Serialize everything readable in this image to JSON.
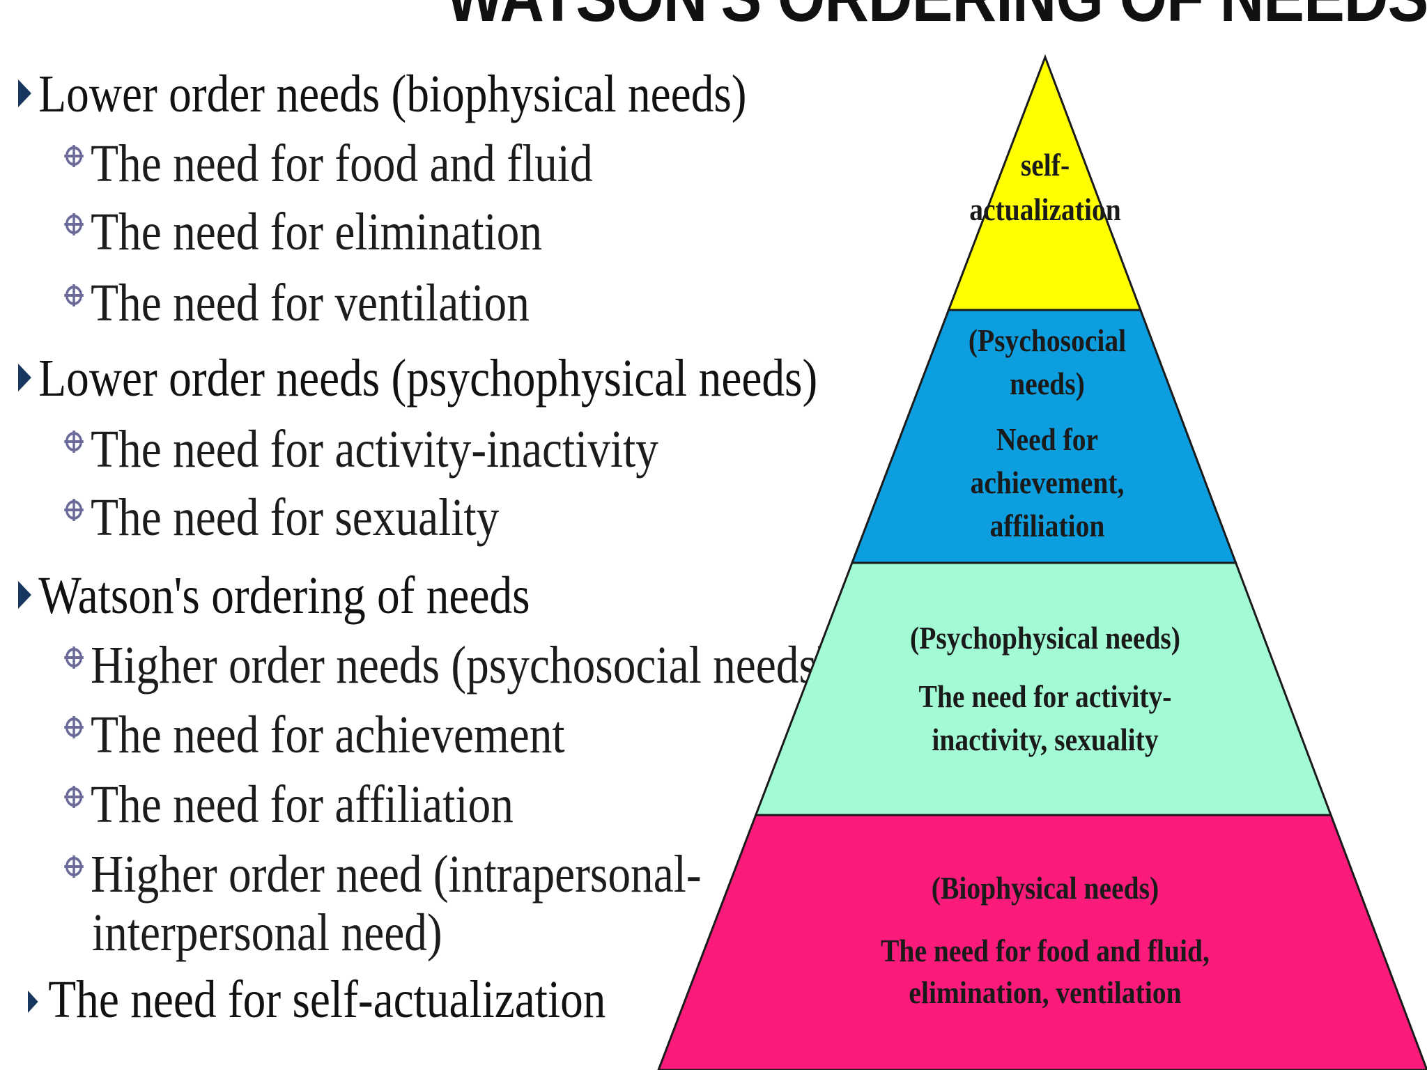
{
  "title": "WATSON'S ORDERING OF NEEDS",
  "list": [
    {
      "level": 1,
      "text": "Lower order needs (biophysical needs)"
    },
    {
      "level": 2,
      "text": "The need for food and fluid"
    },
    {
      "level": 2,
      "text": "The need for elimination"
    },
    {
      "level": 2,
      "text": "The need for ventilation"
    },
    {
      "level": 1,
      "text": "Lower order needs (psychophysical needs)"
    },
    {
      "level": 2,
      "text": "The need for activity-inactivity"
    },
    {
      "level": 2,
      "text": "The need for sexuality"
    },
    {
      "level": 1,
      "text": "Watson's ordering of needs"
    },
    {
      "level": 2,
      "text": "Higher order needs (psychosocial needs)"
    },
    {
      "level": 2,
      "text": "The need for achievement"
    },
    {
      "level": 2,
      "text": "The need for affiliation"
    },
    {
      "level": 2,
      "text": "Higher order need (intrapersonal-"
    },
    {
      "level": 3,
      "text": "interpersonal need)"
    },
    {
      "level": 1,
      "text": "The need for self-actualization"
    }
  ],
  "pyramid": {
    "tiers": [
      {
        "name": "self-actualization-tier",
        "color": "#ffff00",
        "lines": [
          "self-",
          "actualization"
        ]
      },
      {
        "name": "psychosocial-tier",
        "color": "#0d9ee0",
        "lines": [
          "(Psychosocial",
          "needs)",
          "Need for",
          "achievement,",
          "affiliation"
        ]
      },
      {
        "name": "psychophysical-tier",
        "color": "#a3fbd6",
        "lines": [
          "(Psychophysical needs)",
          "The need for activity-",
          "inactivity, sexuality"
        ]
      },
      {
        "name": "biophysical-tier",
        "color": "#fc1a7a",
        "lines": [
          "(Biophysical needs)",
          "The need for food and fluid,",
          "elimination, ventilation"
        ]
      }
    ]
  },
  "colors": {
    "bullet": "#17375e",
    "sub_bullet": "#6b6b9a"
  }
}
